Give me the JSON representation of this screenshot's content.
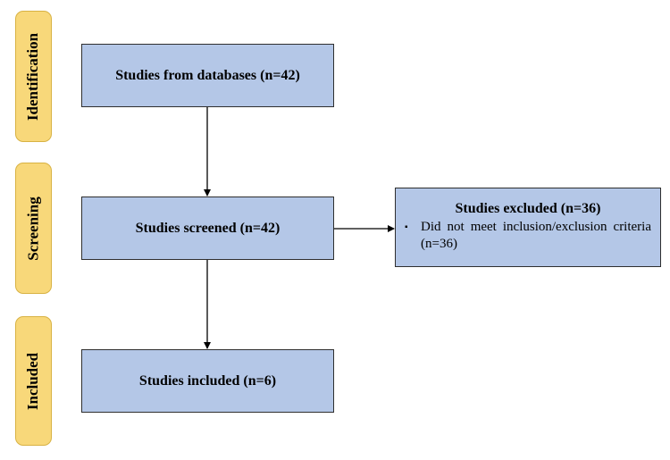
{
  "stages": {
    "identification": "Identification",
    "screening": "Screening",
    "included": "Included"
  },
  "boxes": {
    "databases": "Studies from databases (n=42)",
    "screened": "Studies screened (n=42)",
    "included": "Studies included (n=6)"
  },
  "excluded": {
    "title": "Studies excluded (n=36)",
    "bullet": "▪",
    "reason": "Did not meet inclusion/exclusion criteria (n=36)"
  },
  "colors": {
    "box_fill": "#b4c7e7",
    "stage_fill": "#f8d87a",
    "stage_border": "#d8b243"
  }
}
